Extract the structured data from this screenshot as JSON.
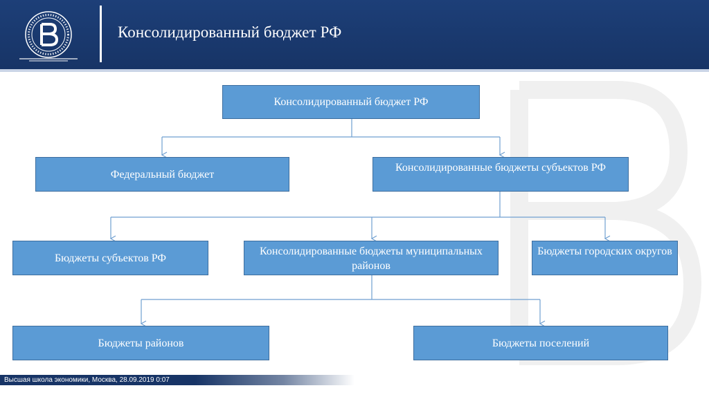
{
  "header": {
    "title": "Консолидированный бюджет РФ"
  },
  "diagram": {
    "nodes": {
      "root": "Консолидированный бюджет РФ",
      "federal": "Федеральный бюджет",
      "consolidated_subjects": "Консолидированные бюджеты субъектов РФ",
      "subjects": "Бюджеты субъектов РФ",
      "municipal_districts": "Консолидированные бюджеты муниципальных районов",
      "city_districts": "Бюджеты городских округов",
      "districts": "Бюджеты районов",
      "settlements": "Бюджеты поселений"
    }
  },
  "footer": {
    "text": "Высшая школа экономики, Москва, 28.09.2019 0:07"
  },
  "colors": {
    "header_bg": "#1d3f78",
    "box_fill": "#5b9bd5",
    "box_border": "#3c6d9e",
    "connector": "#6f9fd0"
  }
}
